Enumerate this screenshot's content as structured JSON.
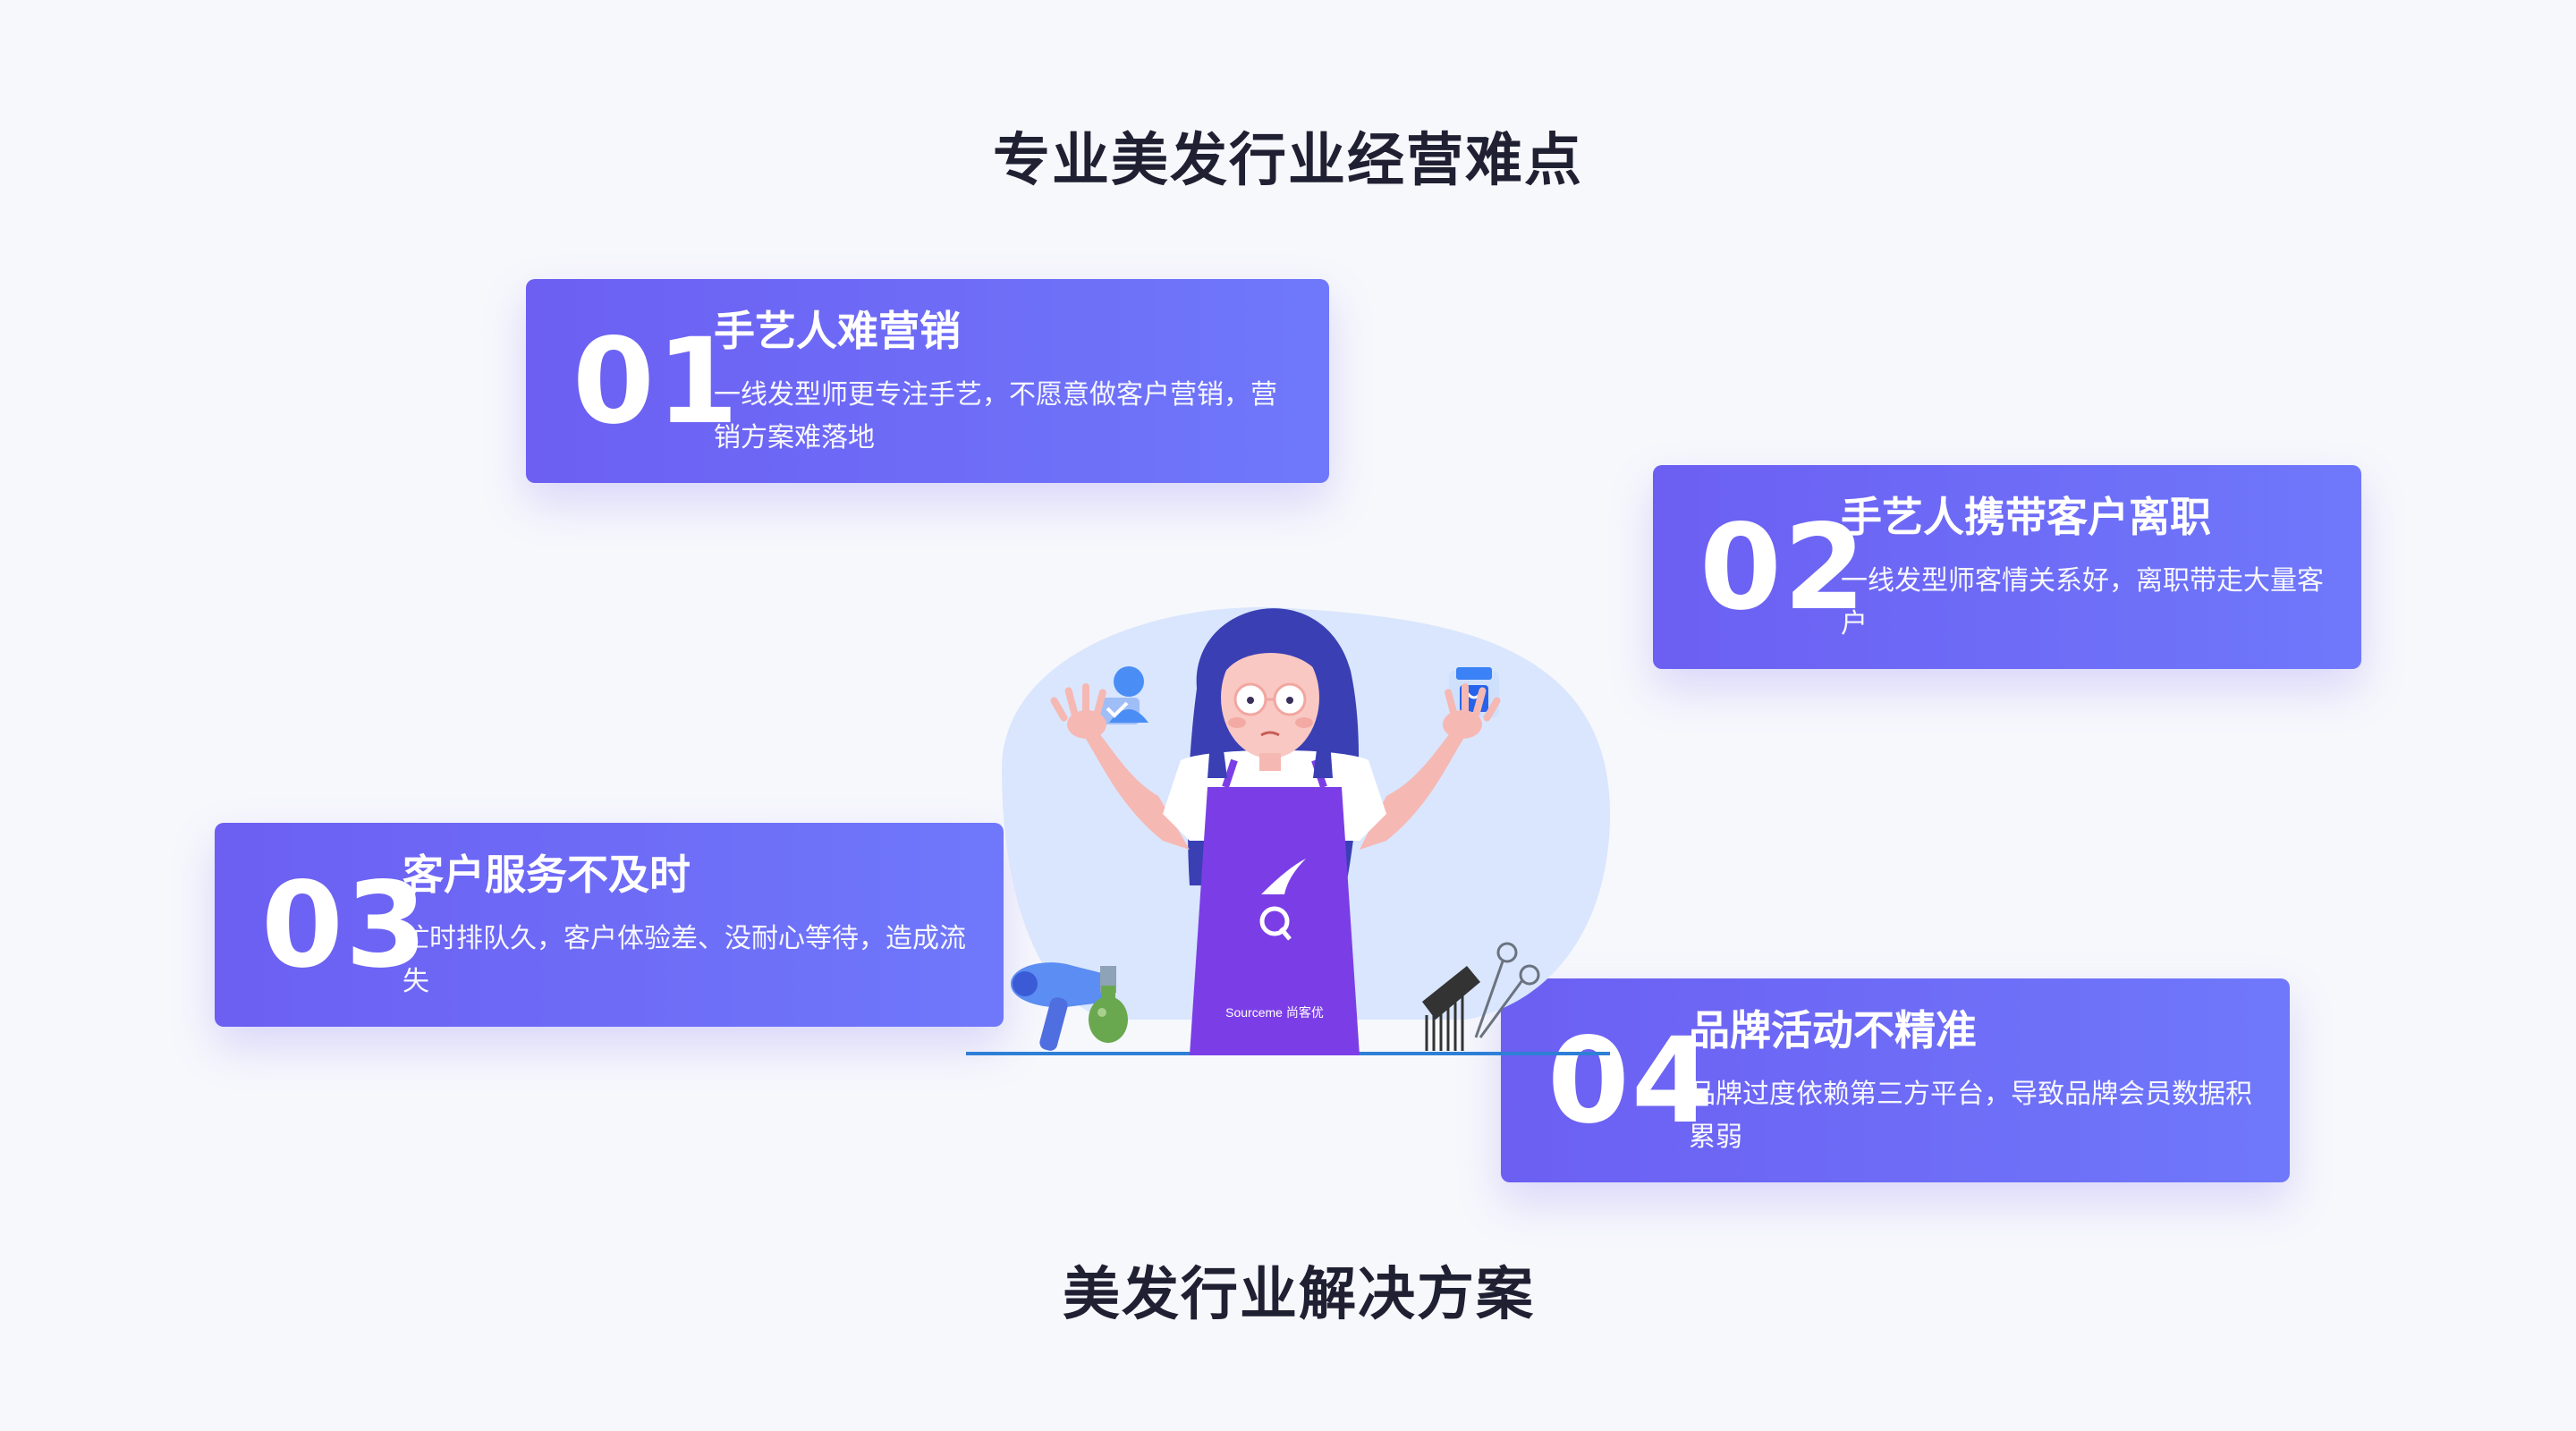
{
  "page": {
    "title": "专业美发行业经营难点",
    "bottom_title": "美发行业解决方案"
  },
  "cards": [
    {
      "number": "01",
      "heading": "手艺人难营销",
      "description": "一线发型师更专注手艺，不愿意做客户营销，营销方案难落地"
    },
    {
      "number": "02",
      "heading": "手艺人携带客户离职",
      "description": "一线发型师客情关系好，离职带走大量客户"
    },
    {
      "number": "03",
      "heading": "客户服务不及时",
      "description": "忙时排队久，客户体验差、没耐心等待，造成流失"
    },
    {
      "number": "04",
      "heading": "品牌活动不精准",
      "description": "品牌过度依赖第三方平台，导致品牌会员数据积累弱"
    }
  ],
  "illustration": {
    "apron_logo_text": "Sourceme 尚客优"
  },
  "colors": {
    "card_start": "#6c5ff2",
    "card_end": "#6f78fb",
    "title": "#1f2133",
    "background": "#f7f8fc"
  }
}
